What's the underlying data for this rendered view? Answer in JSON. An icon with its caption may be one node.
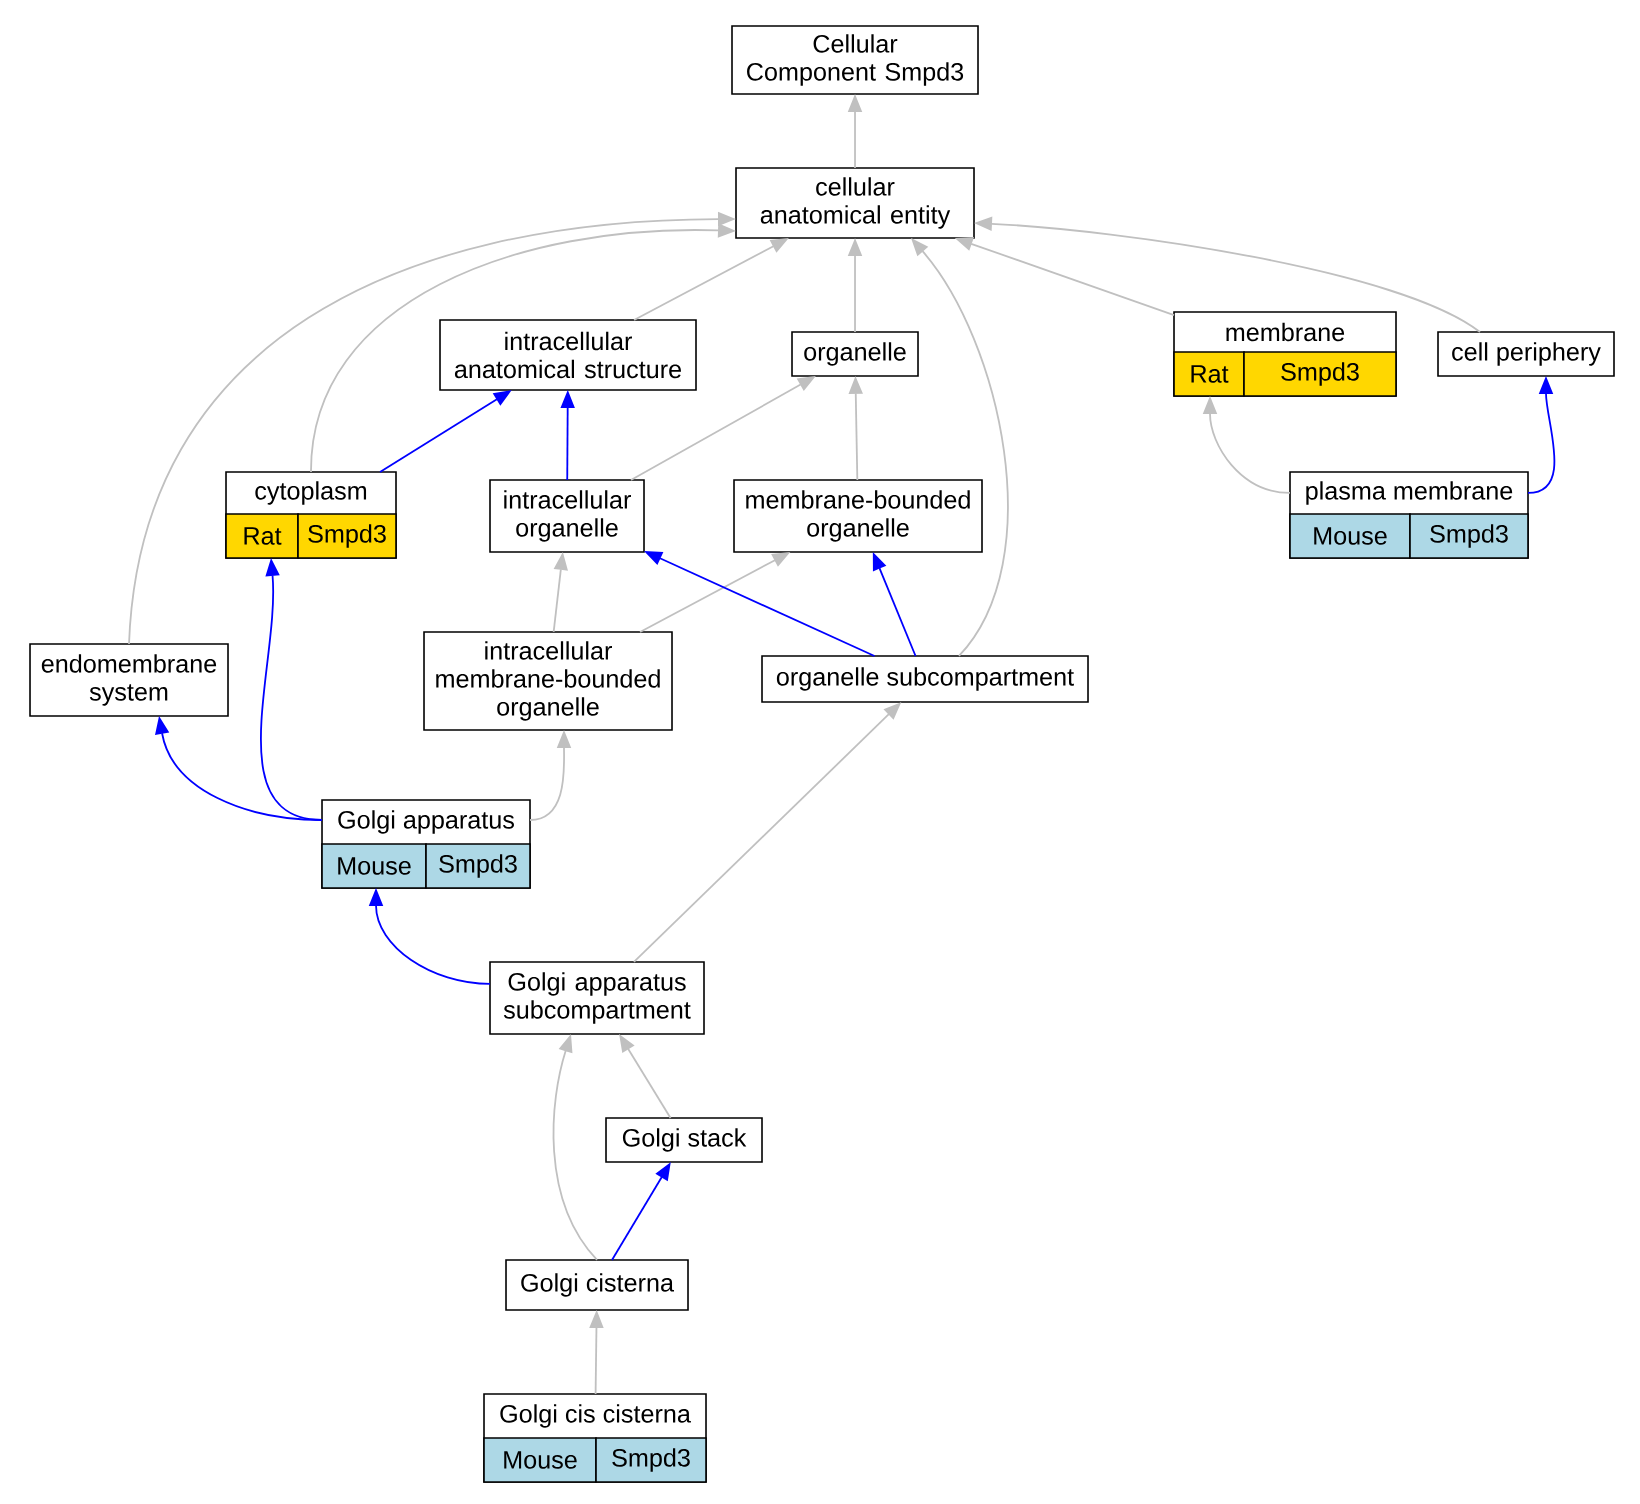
{
  "diagram": {
    "nodes": [
      {
        "text": [
          "Cellular Component Smpd3"
        ]
      },
      {
        "text": [
          "cellular anatomical entity"
        ]
      },
      {
        "text": [
          "intracellular anatomical structure"
        ]
      },
      {
        "text": [
          "organelle"
        ]
      },
      {
        "text": [
          "membrane",
          "Rat",
          "Smpd3"
        ]
      },
      {
        "text": [
          "cell periphery"
        ]
      },
      {
        "text": [
          "cytoplasm",
          "Rat",
          "Smpd3"
        ]
      },
      {
        "text": [
          "intracellular organelle"
        ]
      },
      {
        "text": [
          "membrane-bounded organelle"
        ]
      },
      {
        "text": [
          "plasma membrane",
          "Mouse",
          "Smpd3"
        ]
      },
      {
        "text": [
          "endomembrane system"
        ]
      },
      {
        "text": [
          "intracellular membrane-bounded organelle"
        ]
      },
      {
        "text": [
          "organelle subcompartment"
        ]
      },
      {
        "text": [
          "Golgi apparatus",
          "Mouse",
          "Smpd3"
        ]
      },
      {
        "text": [
          "Golgi apparatus subcompartment"
        ]
      },
      {
        "text": [
          "Golgi stack"
        ]
      },
      {
        "text": [
          "Golgi cisterna"
        ]
      },
      {
        "text": [
          "Golgi cis cisterna",
          "Mouse",
          "Smpd3"
        ]
      }
    ],
    "edges": [
      {
        "from": 1,
        "to": 0,
        "arrow": "to"
      },
      {
        "from": 2,
        "to": 1,
        "arrow": "to"
      },
      {
        "from": 3,
        "to": 1,
        "arrow": "to"
      },
      {
        "from": 6,
        "to": 1,
        "arrow": "to"
      },
      {
        "from": 10,
        "to": 1,
        "arrow": "to"
      },
      {
        "from": 12,
        "to": 1,
        "arrow": "to"
      },
      {
        "from": 4,
        "to": 1,
        "arrow": "to"
      },
      {
        "from": 5,
        "to": 1,
        "arrow": "to"
      },
      {
        "from": 6,
        "to": 2,
        "arrow": "to",
        "color": "#0000ff"
      },
      {
        "from": 7,
        "to": 2,
        "arrow": "to",
        "color": "#0000ff"
      },
      {
        "from": 7,
        "to": 3,
        "arrow": "to"
      },
      {
        "from": 8,
        "to": 3,
        "arrow": "to"
      },
      {
        "from": 9,
        "to": 4,
        "arrow": "to"
      },
      {
        "from": 9,
        "to": 5,
        "arrow": "to",
        "color": "#0000ff"
      },
      {
        "from": 11,
        "to": 7,
        "arrow": "to"
      },
      {
        "from": 11,
        "to": 8,
        "arrow": "to"
      },
      {
        "from": 12,
        "to": 7,
        "arrow": "to",
        "color": "#0000ff"
      },
      {
        "from": 12,
        "to": 8,
        "arrow": "to",
        "color": "#0000ff"
      },
      {
        "from": 13,
        "to": 10,
        "arrow": "to",
        "color": "#0000ff"
      },
      {
        "from": 13,
        "to": 6,
        "arrow": "to",
        "color": "#0000ff"
      },
      {
        "from": 13,
        "to": 11,
        "arrow": "to"
      },
      {
        "from": 14,
        "to": 13,
        "arrow": "to",
        "color": "#0000ff"
      },
      {
        "from": 14,
        "to": 12,
        "arrow": "to"
      },
      {
        "from": 15,
        "to": 14,
        "arrow": "to"
      },
      {
        "from": 16,
        "to": 14,
        "arrow": "to"
      },
      {
        "from": 16,
        "to": 15,
        "arrow": "to",
        "color": "#0000ff"
      },
      {
        "from": 17,
        "to": 16,
        "arrow": "to"
      }
    ]
  }
}
